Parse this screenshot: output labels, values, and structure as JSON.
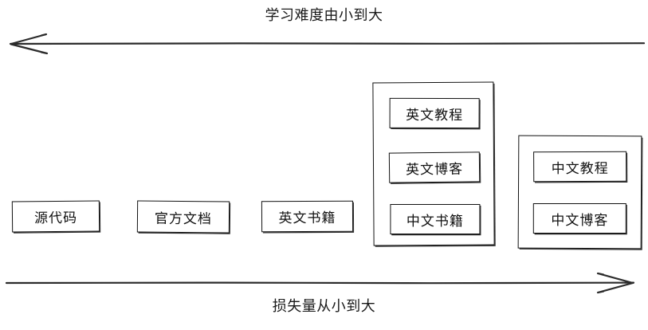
{
  "diagram": {
    "title_top": "学习难度由小到大",
    "title_bottom": "损失量从小到大",
    "axes": {
      "top_axis_name": "difficulty-axis",
      "top_arrow_direction": "left",
      "bottom_axis_name": "loss-axis",
      "bottom_arrow_direction": "right"
    },
    "colors": {
      "background": "#ffffff",
      "stroke": "#111111",
      "text": "#1a1a1a"
    },
    "standalone_nodes": [
      {
        "label": "源代码"
      },
      {
        "label": "官方文档"
      },
      {
        "label": "英文书籍"
      }
    ],
    "groups": [
      {
        "name": "group-english-and-chinese-books",
        "items": [
          {
            "label": "英文教程"
          },
          {
            "label": "英文博客"
          },
          {
            "label": "中文书籍"
          }
        ]
      },
      {
        "name": "group-chinese-materials",
        "items": [
          {
            "label": "中文教程"
          },
          {
            "label": "中文博客"
          }
        ]
      }
    ]
  }
}
